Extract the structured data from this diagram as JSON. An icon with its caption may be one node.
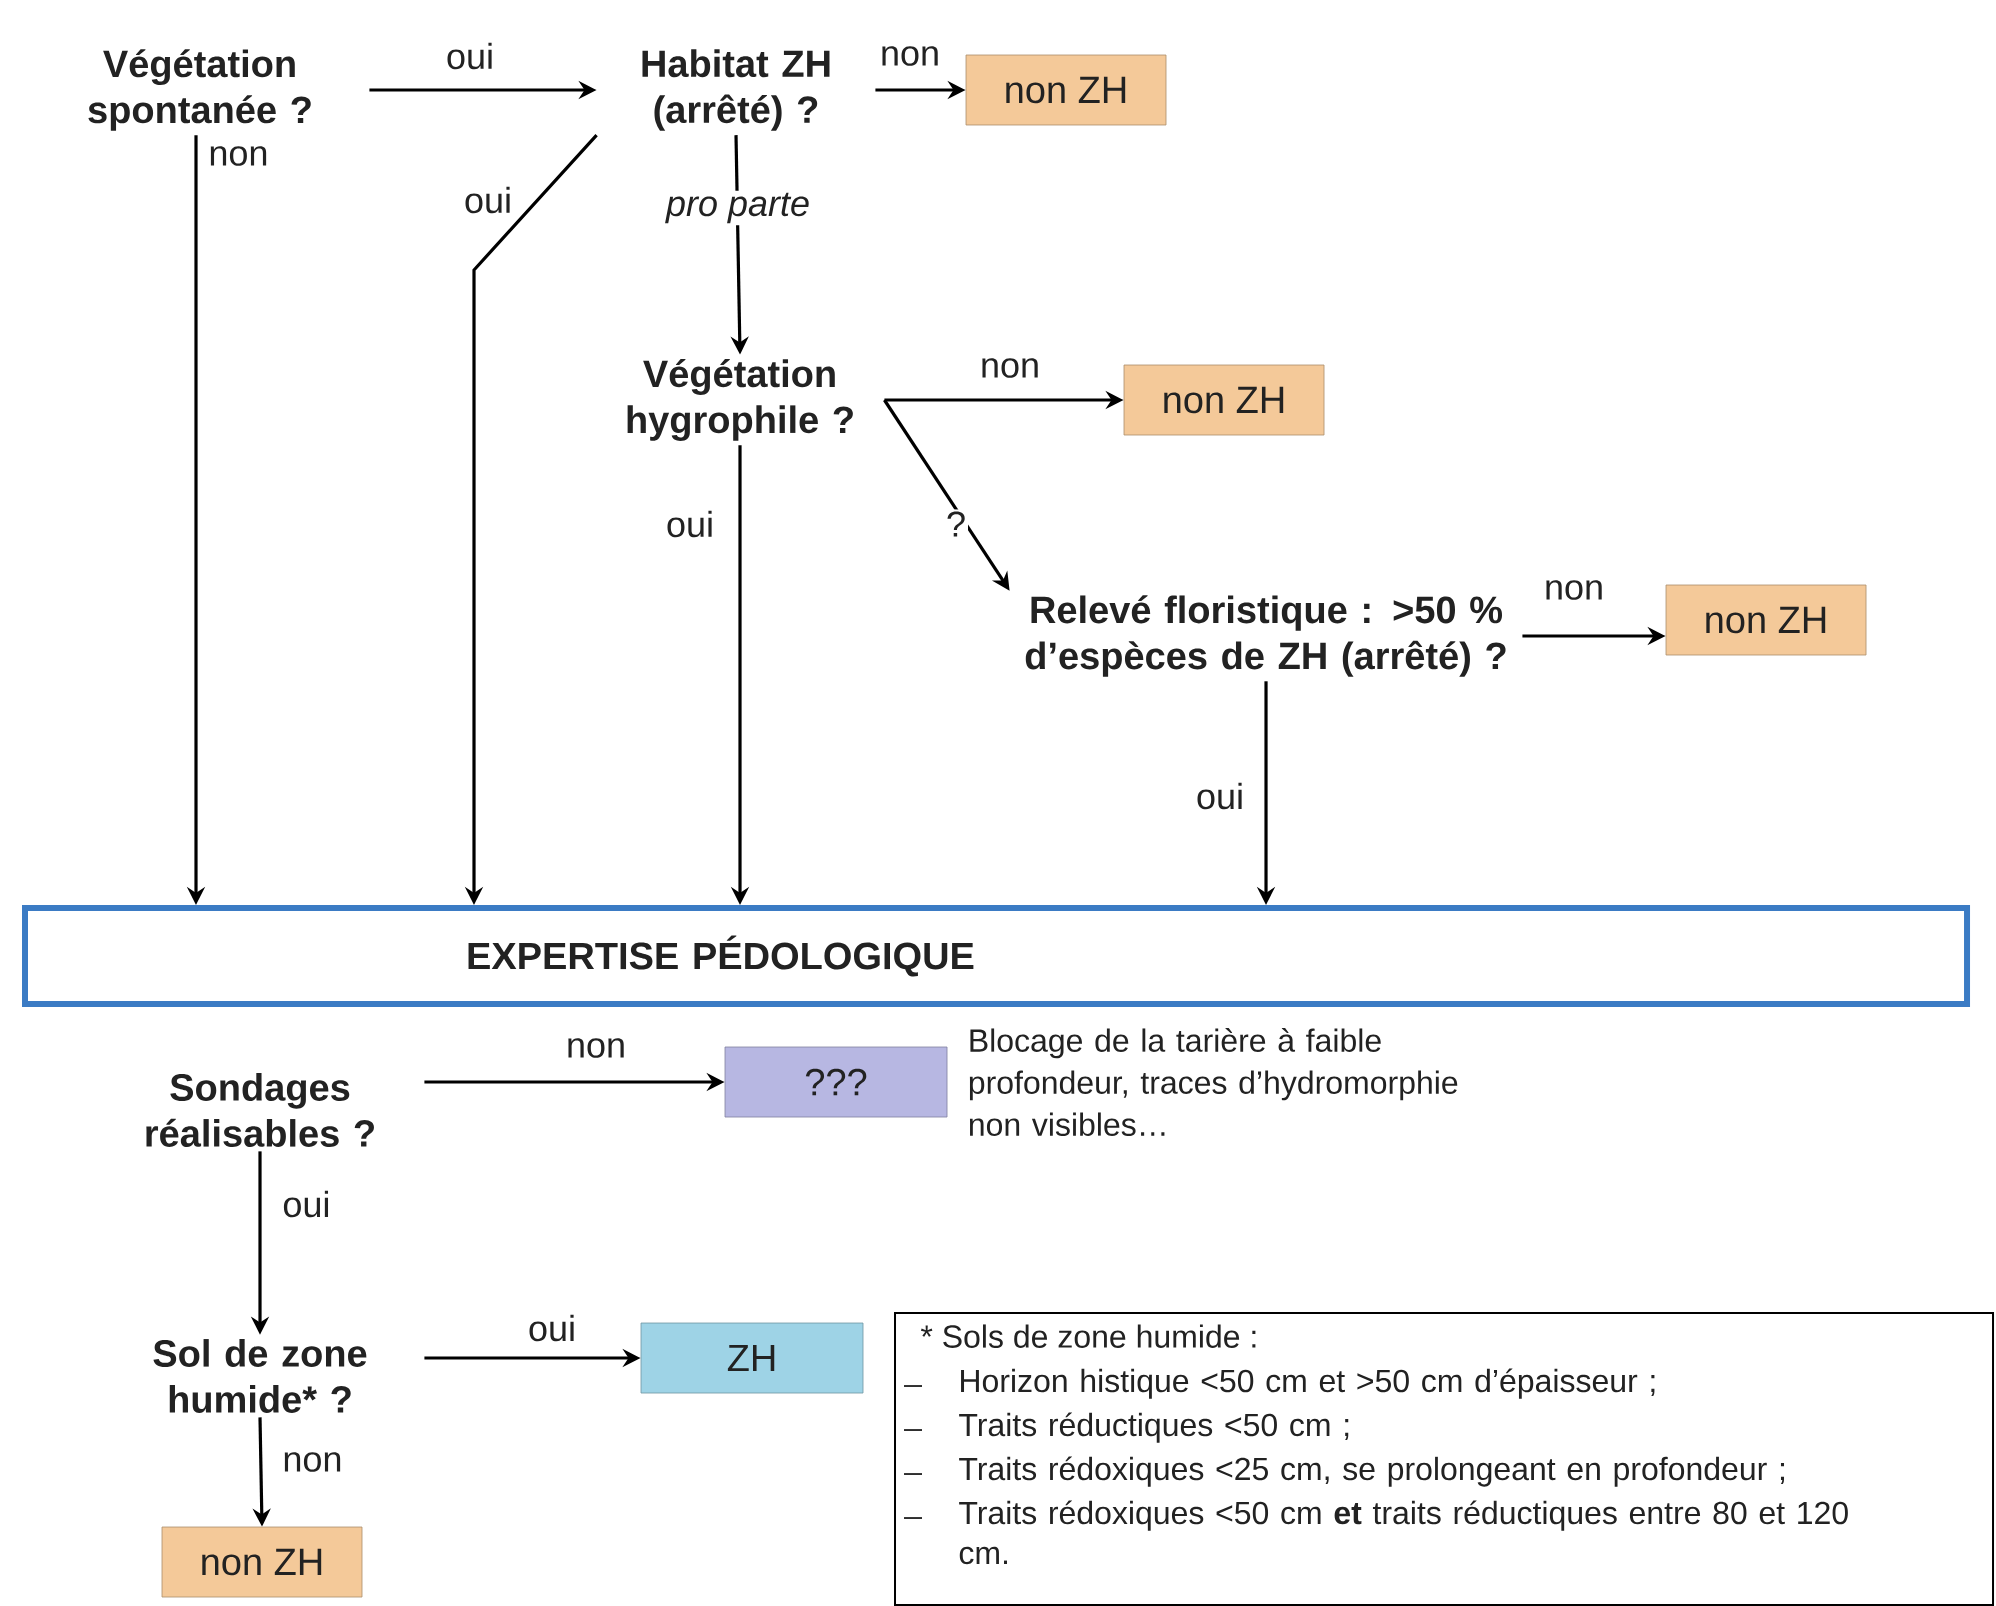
{
  "diagram": {
    "nodes": [
      {
        "text": [
          "Végétation spontanée ?"
        ]
      },
      {
        "text": [
          "Habitat ZH (arrêté) ?"
        ]
      },
      {
        "text": [
          "non ZH"
        ]
      },
      {
        "text": [
          "Végétation hygrophile ?"
        ]
      },
      {
        "text": [
          "non ZH"
        ]
      },
      {
        "text": [
          "Relevé floristique : >50 % d’espèces de ZH (arrêté) ?"
        ]
      },
      {
        "text": [
          "non ZH"
        ]
      },
      {
        "text": [
          "EXPERTISE PÉDOLOGIQUE"
        ]
      },
      {
        "text": [
          "Sondages réalisables ?"
        ]
      },
      {
        "text": [
          "???"
        ],
        "beside": [
          "Blocage de la tarière à faible profondeur, traces d’hydromorphie non visibles…"
        ]
      },
      {
        "text": [
          "Sol de zone humide* ?"
        ]
      },
      {
        "text": [
          "ZH"
        ]
      },
      {
        "text": [
          "non ZH"
        ]
      },
      {
        "text": [
          "* Sols de zone humide :",
          "Horizon histique <50 cm et >50 cm d’épaisseur ;",
          "Traits réductiques <50 cm ;",
          "Traits rédoxiques <25 cm, se prolongeant en profondeur ;",
          "Traits rédoxiques <50 cm **et** traits réductiques entre 80 et 120 cm."
        ]
      }
    ],
    "edges": [
      {
        "from": 0,
        "to": 1,
        "arrow": "to",
        "label": "oui"
      },
      {
        "from": 1,
        "to": 2,
        "arrow": "to",
        "label": "non"
      },
      {
        "from": 0,
        "to": 7,
        "arrow": "to",
        "label": "non"
      },
      {
        "from": 1,
        "to": 7,
        "arrow": "to",
        "label": "oui"
      },
      {
        "from": 1,
        "to": 3,
        "arrow": "to",
        "label": "pro parte"
      },
      {
        "from": 3,
        "to": 4,
        "arrow": "to",
        "label": "non"
      },
      {
        "from": 3,
        "to": 5,
        "arrow": "to",
        "label": "?"
      },
      {
        "from": 3,
        "to": 7,
        "arrow": "to",
        "label": "oui"
      },
      {
        "from": 5,
        "to": 6,
        "arrow": "to",
        "label": "non"
      },
      {
        "from": 5,
        "to": 7,
        "arrow": "to",
        "label": "oui"
      },
      {
        "from": 8,
        "to": 9,
        "arrow": "to",
        "label": "non"
      },
      {
        "from": 8,
        "to": 10,
        "arrow": "to",
        "label": "oui"
      },
      {
        "from": 10,
        "to": 11,
        "arrow": "to",
        "label": "oui"
      },
      {
        "from": 10,
        "to": 12,
        "arrow": "to",
        "label": "non"
      }
    ]
  }
}
